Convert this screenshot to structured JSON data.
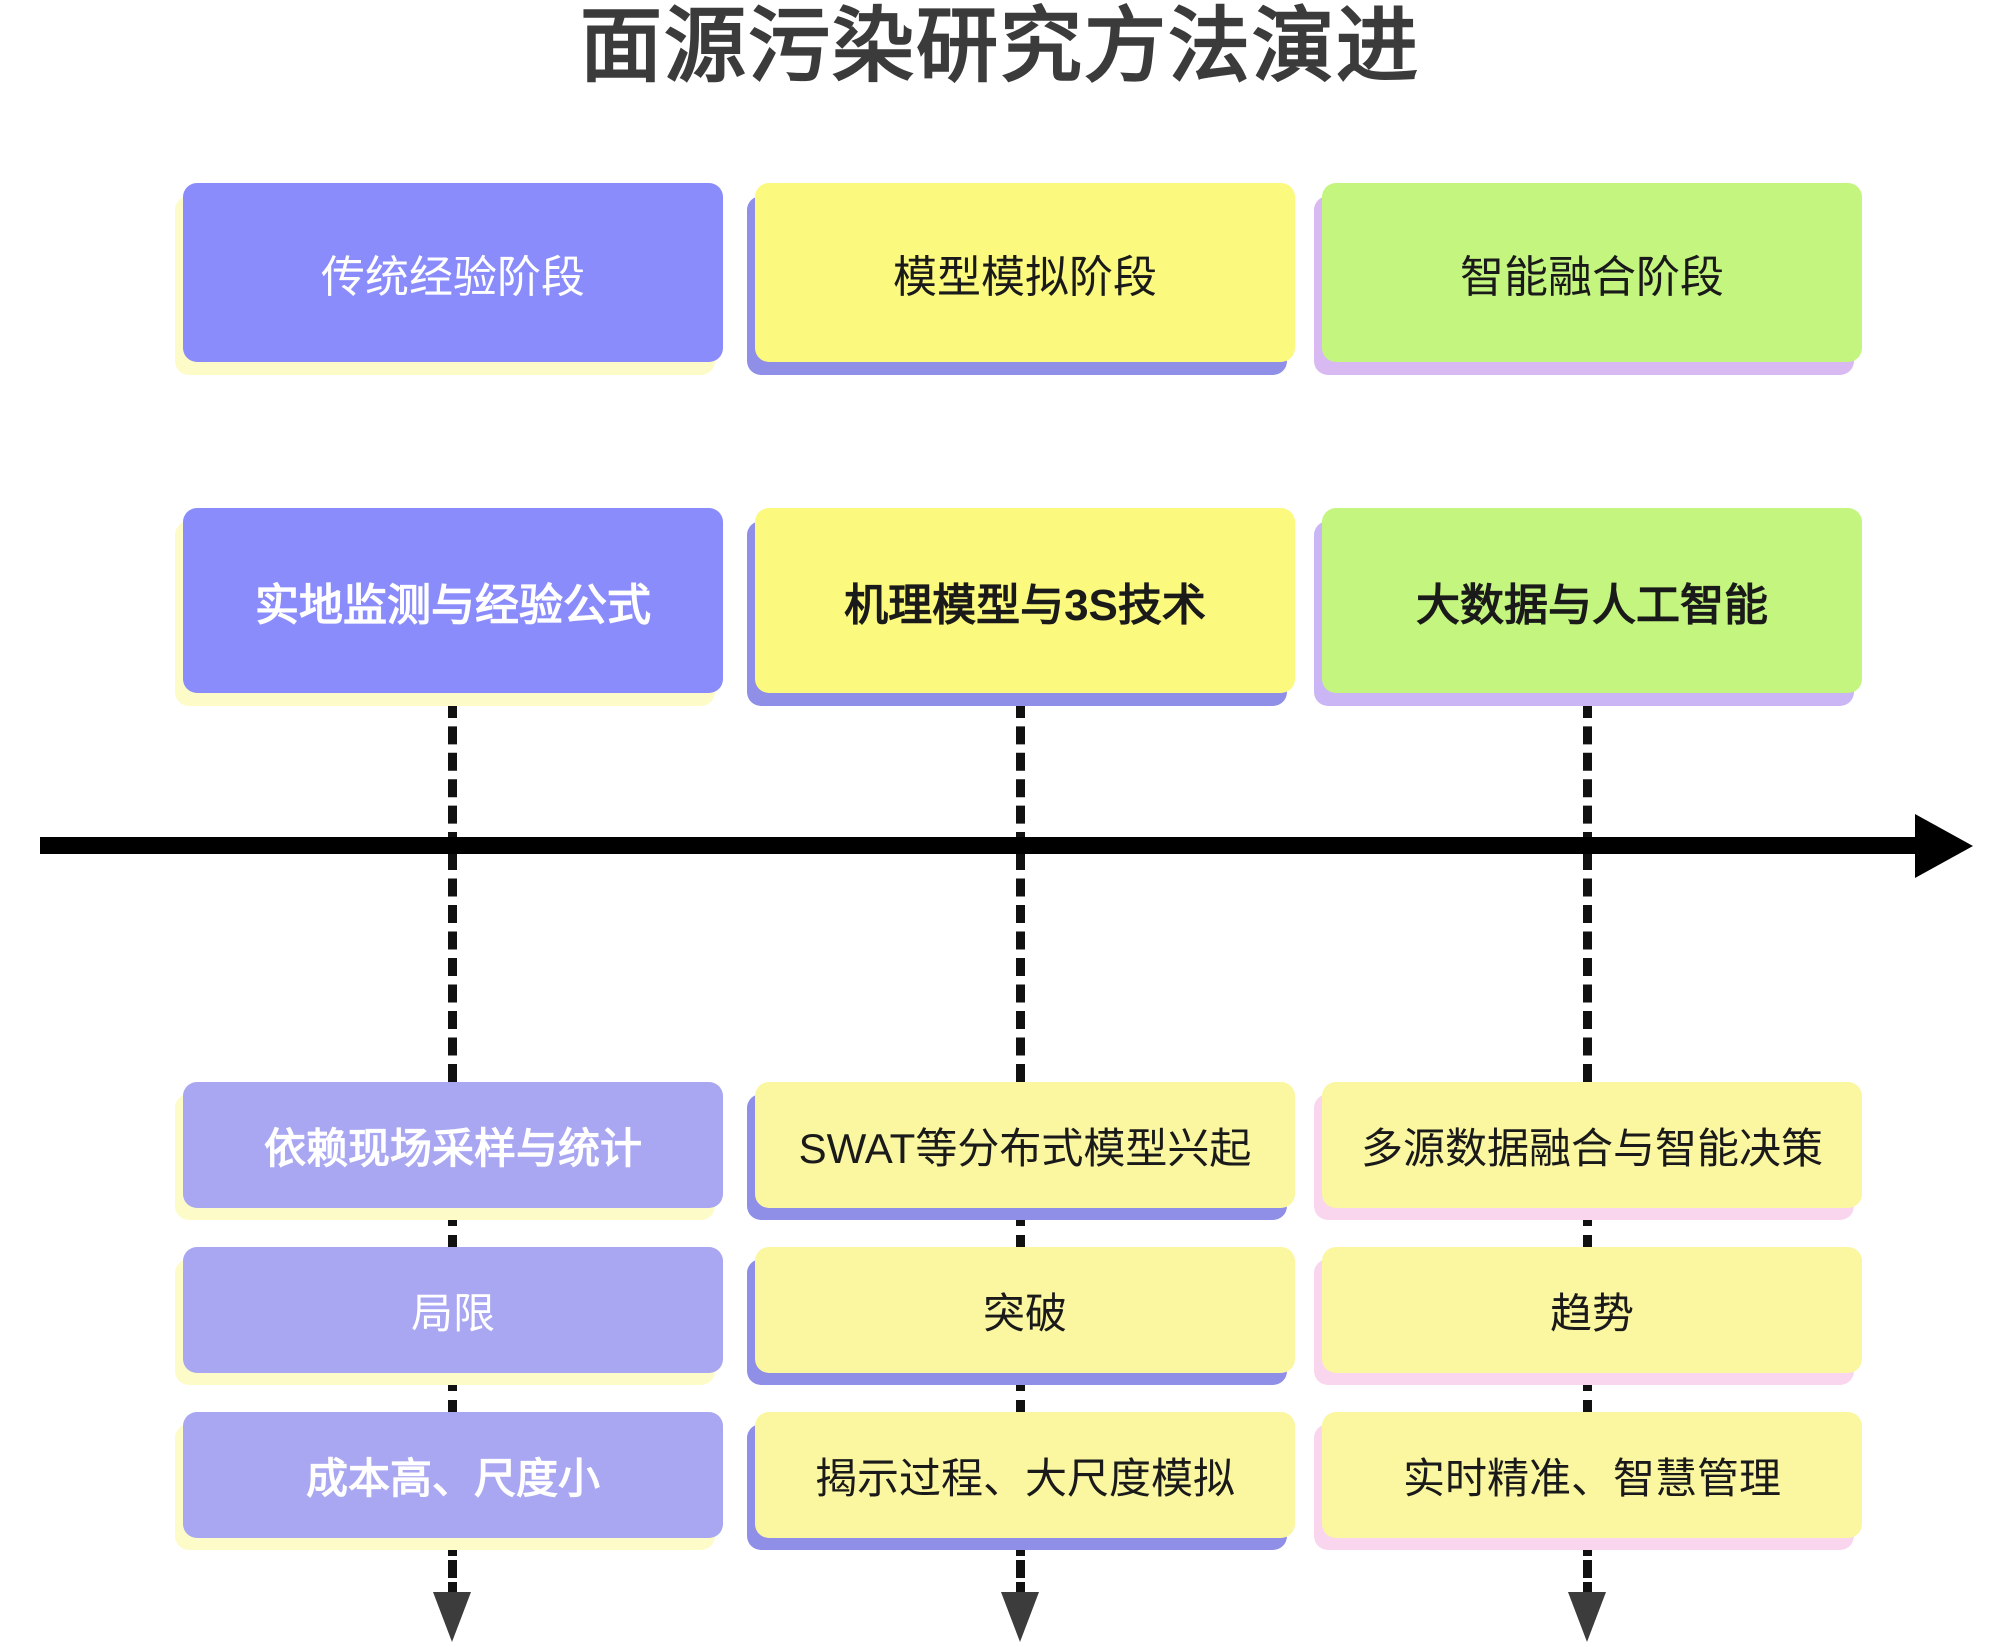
{
  "title": "面源污染研究方法演进",
  "colors": {
    "title_text": "#3b3b3b",
    "purple": "#8b8cfb",
    "purple_light": "#a9a6f2",
    "yellow": "#fbf97e",
    "yellow_light": "#fbf6a0",
    "green": "#c4f57f",
    "shadow_yellow": "#fdfbc8",
    "shadow_purple": "#8f8fe8",
    "shadow_lavender": "#d9b9f2",
    "shadow_pink": "#f9d6ee",
    "axis": "#000000",
    "dashed": "#111111",
    "text_on_purple": "#ffffff",
    "text_on_yellow": "#1a1a1a",
    "text_on_green": "#1a1a1a"
  },
  "columns": [
    {
      "id": "traditional",
      "phase": "传统经验阶段",
      "method": "实地监测与经验公式",
      "description": "依赖现场采样与统计",
      "aspect_label": "局限",
      "aspect_detail": "成本高、尺度小"
    },
    {
      "id": "model",
      "phase": "模型模拟阶段",
      "method": "机理模型与3S技术",
      "description": "SWAT等分布式模型兴起",
      "aspect_label": "突破",
      "aspect_detail": "揭示过程、大尺度模拟"
    },
    {
      "id": "intelligent",
      "phase": "智能融合阶段",
      "method": "大数据与人工智能",
      "description": "多源数据融合与智能决策",
      "aspect_label": "趋势",
      "aspect_detail": "实时精准、智慧管理"
    }
  ],
  "timeline": {
    "name": "evolution-timeline-arrow",
    "direction": "left-to-right"
  }
}
